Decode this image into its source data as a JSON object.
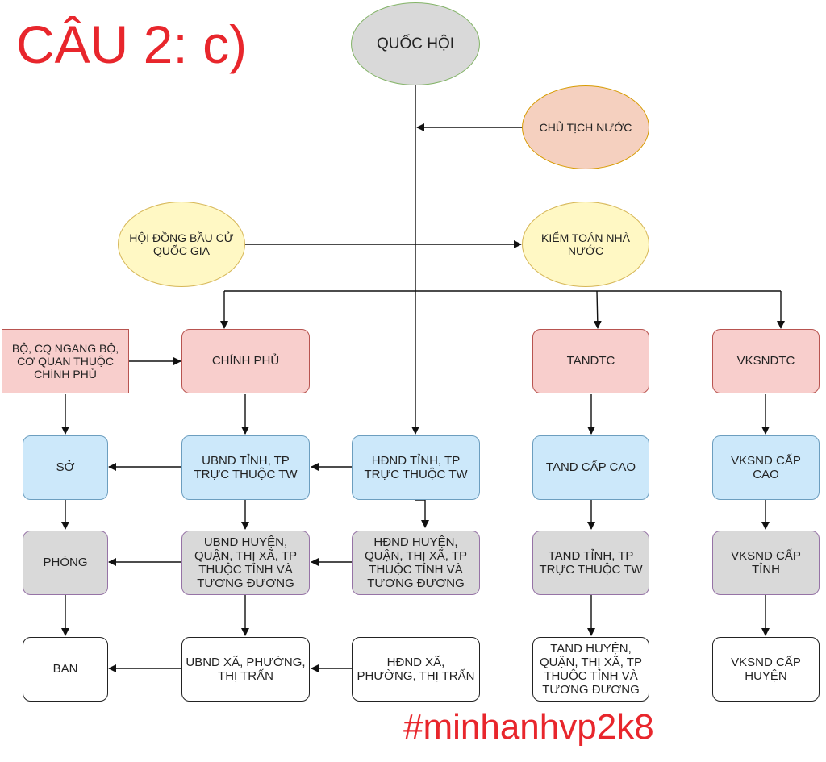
{
  "title": "CÂU 2: c)",
  "hashtag": "#minhanhvp2k8",
  "colors": {
    "accent_red": "#e8262c",
    "red_fill": "#f8cecc",
    "blue_fill": "#cce8fa",
    "gray_fill": "#d9d9d9",
    "yellow_fill": "#fff8c4",
    "orange_fill": "#f5d0bf"
  },
  "nodes": {
    "quoc_hoi": "QUỐC HỘI",
    "chu_tich_nuoc": "CHỦ TỊCH NƯỚC",
    "hoi_dong_bau_cu": "HỘI ĐỒNG BẦU CỬ QUỐC GIA",
    "kiem_toan": "KIỂM TOÁN NHÀ NƯỚC",
    "bo_cq": "BỘ, CQ NGANG BỘ, CƠ QUAN THUỘC CHÍNH PHỦ",
    "chinh_phu": "CHÍNH PHỦ",
    "tandtc": "TANDTC",
    "vksndtc": "VKSNDTC",
    "so": "SỞ",
    "ubnd_tinh": "UBND TỈNH, TP TRỰC THUỘC TW",
    "hdnd_tinh": "HĐND TỈNH, TP TRỰC THUỘC TW",
    "tand_cap_cao": "TAND CẤP CAO",
    "vksnd_cap_cao": "VKSND CẤP CAO",
    "phong": "PHÒNG",
    "ubnd_huyen": "UBND HUYỆN, QUẬN, THỊ XÃ, TP THUỘC TỈNH VÀ TƯƠNG ĐƯƠNG",
    "hdnd_huyen": "HĐND HUYỆN, QUẬN, THỊ XÃ, TP THUỘC TỈNH VÀ TƯƠNG ĐƯƠNG",
    "tand_tinh": "TAND TỈNH, TP TRỰC THUỘC TW",
    "vksnd_tinh": "VKSND CẤP TỈNH",
    "ban": "BAN",
    "ubnd_xa": "UBND XÃ, PHƯỜNG, THỊ TRẤN",
    "hdnd_xa": "HĐND XÃ, PHƯỜNG, THỊ TRẤN",
    "tand_huyen": "TAND HUYỆN, QUẬN, THỊ XÃ, TP THUỘC TỈNH VÀ TƯƠNG ĐƯƠNG",
    "vksnd_huyen": "VKSND CẤP HUYỆN"
  }
}
